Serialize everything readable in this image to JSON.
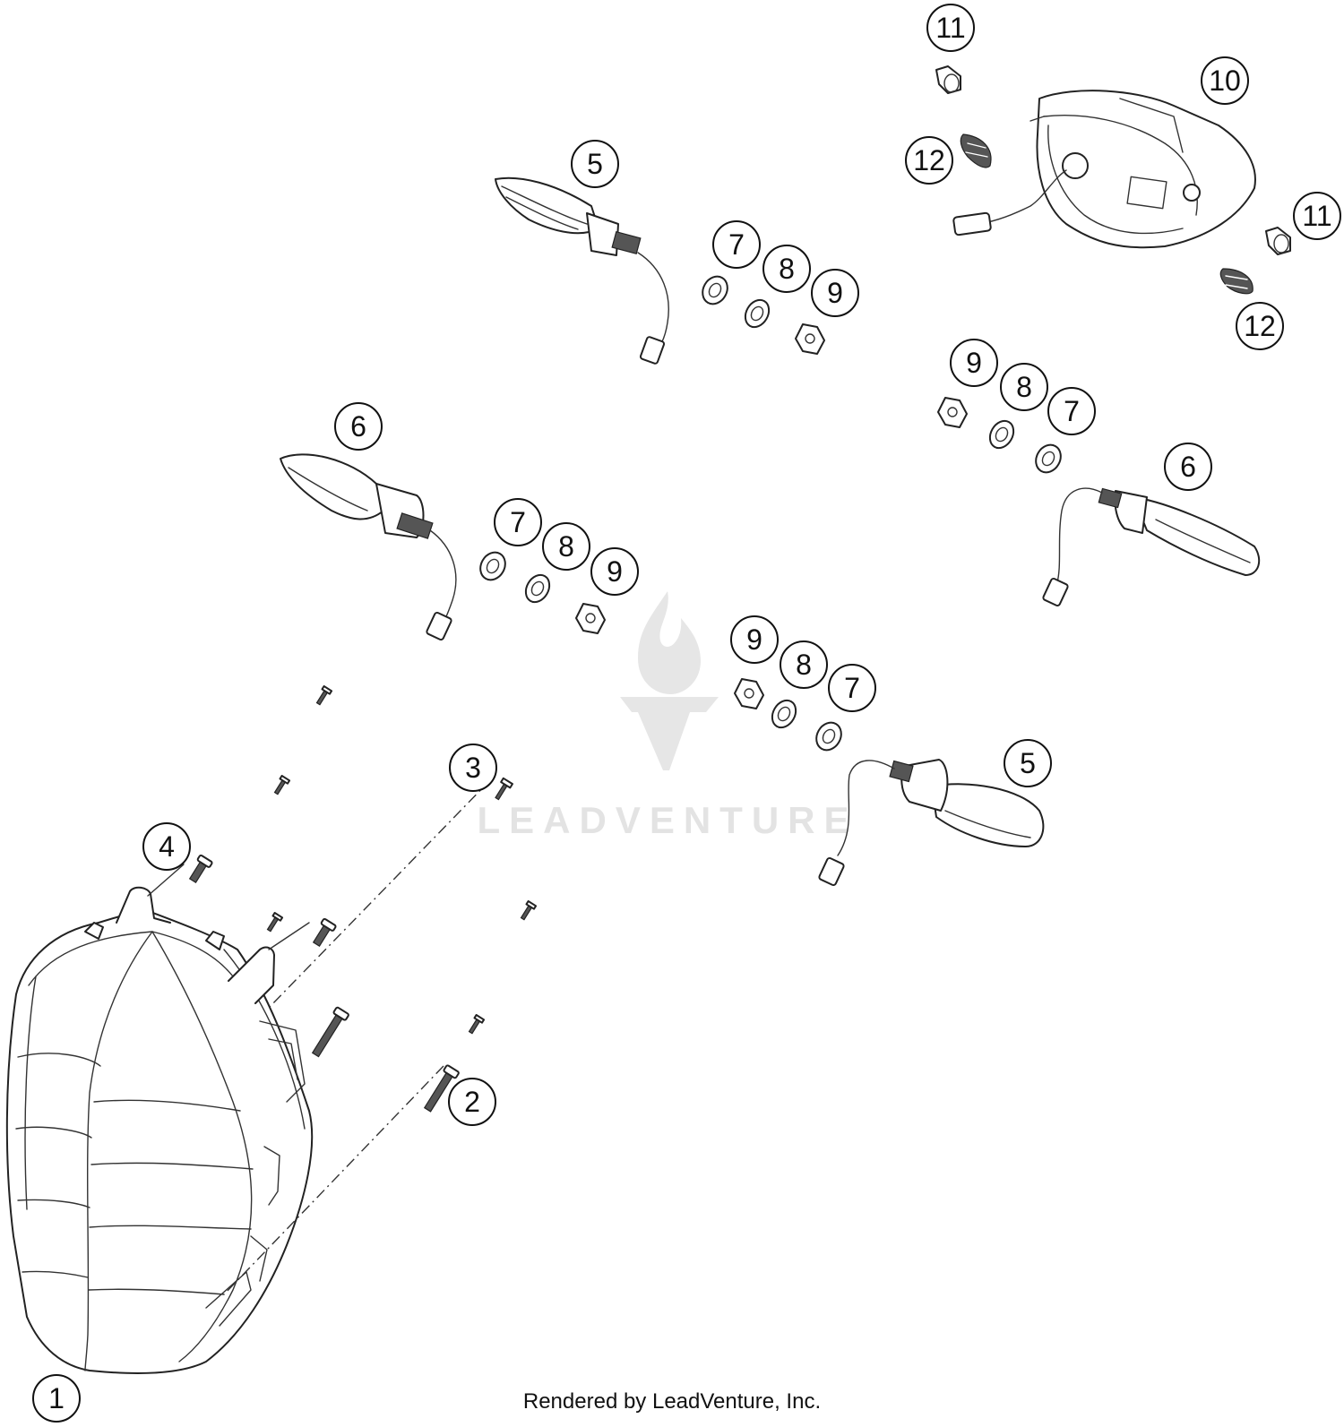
{
  "watermark": {
    "brand": "LEADVENTURE"
  },
  "footer": {
    "credit": "Rendered by LeadVenture, Inc."
  },
  "callouts": [
    "1",
    "2",
    "3",
    "4",
    "5",
    "6",
    "7",
    "8",
    "9",
    "10",
    "11",
    "12"
  ]
}
